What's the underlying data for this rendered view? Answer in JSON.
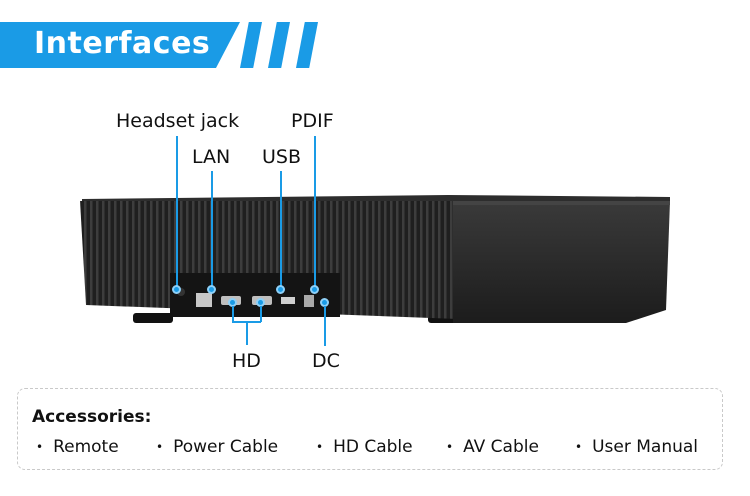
{
  "header": {
    "title": "Interfaces"
  },
  "callouts": {
    "headset": "Headset jack",
    "lan": "LAN",
    "usb": "USB",
    "pdif": "PDIF",
    "hd": "HD",
    "dc": "DC"
  },
  "accessories": {
    "title": "Accessories:",
    "items": [
      "Remote",
      "Power Cable",
      "HD Cable",
      "AV Cable",
      "User Manual"
    ]
  },
  "colors": {
    "accent": "#1a9be6",
    "device": "#2b2b2b"
  }
}
